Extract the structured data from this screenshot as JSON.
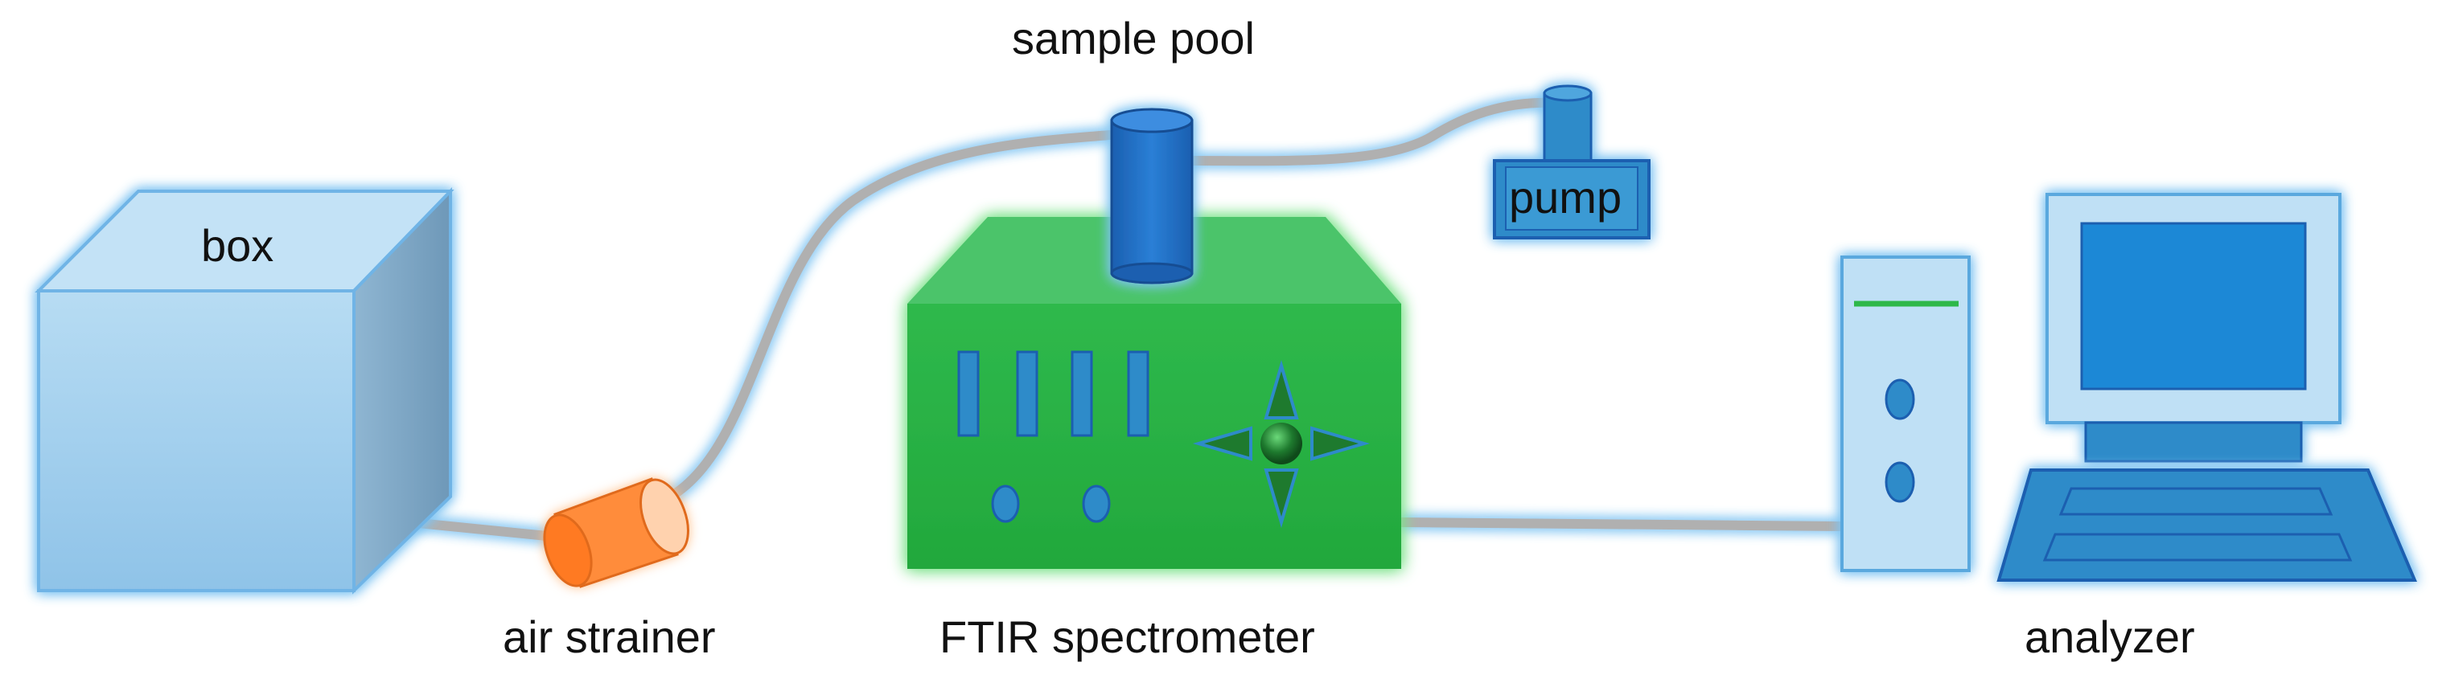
{
  "labels": {
    "box": "box",
    "air_strainer": "air strainer",
    "sample_pool": "sample pool",
    "pump": "pump",
    "ftir": "FTIR spectrometer",
    "analyzer": "analyzer"
  },
  "colors": {
    "box_front": "#A7D3F0",
    "box_top": "#BFE0F5",
    "box_side": "#7FA9C9",
    "glow_blue": "#8EC9F5",
    "strainer": "#FF8C3A",
    "spectrometer": "#2DB84A",
    "spectrometer_top": "#45C662",
    "glow_green": "#8EE49A",
    "pool": "#1F6FC9",
    "pump": "#2E8BC9",
    "tower": "#BFE0F5",
    "monitor": "#2E8BC9",
    "screen": "#1E88D6",
    "tube": "#B0B0B0",
    "status_line": "#2DB84A"
  },
  "icons": [
    "box-icon",
    "air-strainer-icon",
    "sample-pool-icon",
    "pump-icon",
    "ftir-spectrometer-icon",
    "computer-tower-icon",
    "monitor-icon",
    "keyboard-icon"
  ]
}
